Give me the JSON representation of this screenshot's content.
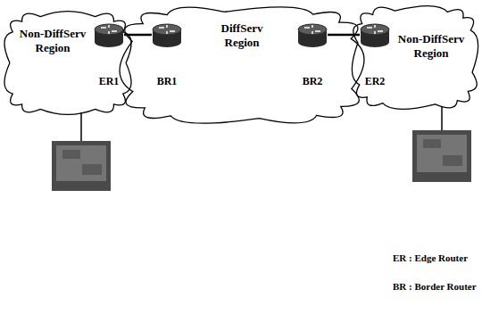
{
  "diagram": {
    "nodes": [
      {
        "text": [
          "Non-DiffServ Region"
        ]
      },
      {
        "text": [
          "ER1"
        ],
        "in": 0
      },
      {
        "text": [
          "DiffServ Region"
        ]
      },
      {
        "text": [
          "BR1"
        ],
        "in": 2
      },
      {
        "text": [
          "BR2"
        ],
        "in": 2
      },
      {
        "text": [
          "Non-DiffServ Region"
        ]
      },
      {
        "text": [
          "ER2"
        ],
        "in": 5
      }
    ],
    "edges": [
      {
        "from": 1,
        "to": 3,
        "arrow": "none"
      },
      {
        "from": 4,
        "to": 6,
        "arrow": "none"
      }
    ],
    "labels": [
      "ER : Edge Router",
      "BR : Border Router"
    ]
  }
}
